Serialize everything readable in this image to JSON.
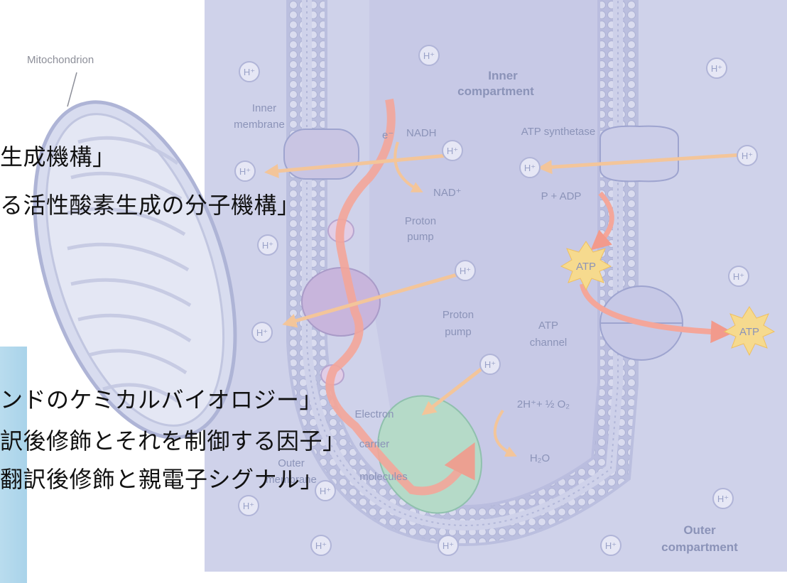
{
  "diagram": {
    "mitochondrion_label": "Mitochondrion",
    "labels": {
      "inner_compartment": [
        "Inner",
        "compartment"
      ],
      "outer_compartment": [
        "Outer",
        "compartment"
      ],
      "inner_membrane": [
        "Inner",
        "membrane"
      ],
      "electron": "e⁻",
      "nadh": "NADH",
      "nad": "NAD⁺",
      "proton_pump_1": [
        "Proton",
        "pump"
      ],
      "proton_pump_2": [
        "Proton",
        "pump"
      ],
      "atp_synthetase": "ATP synthetase",
      "p_adp": "P + ADP",
      "atp_1": "ATP",
      "atp_2": "ATP",
      "atp_channel": [
        "ATP",
        "channel"
      ],
      "water_reaction": "2H⁺+ ½ O₂",
      "h2o": "H₂O",
      "electron_carrier": [
        "Electron",
        "carrier",
        "molecules"
      ],
      "outer_membrane_partial": [
        "Outer",
        "membrane"
      ]
    },
    "h_ion": "H⁺"
  },
  "overlay_text": [
    "生成機構」",
    "る活性酸素生成の分子機構」",
    "ンドのケミカルバイオロジー」",
    "訳後修飾とそれを制御する因子」",
    "翻訳後修飾と親電子シグナル」"
  ],
  "colors": {
    "panel": "#cfd2ea",
    "membrane_head": "#d9dbee",
    "membrane_line": "#b1b5d6",
    "arrow_red": "#f4a69a",
    "arrow_orange": "#f3c59a",
    "atp_star": "#f5d98a",
    "protein_purple": "#c5b8dc",
    "protein_green": "#b7dcc9"
  }
}
